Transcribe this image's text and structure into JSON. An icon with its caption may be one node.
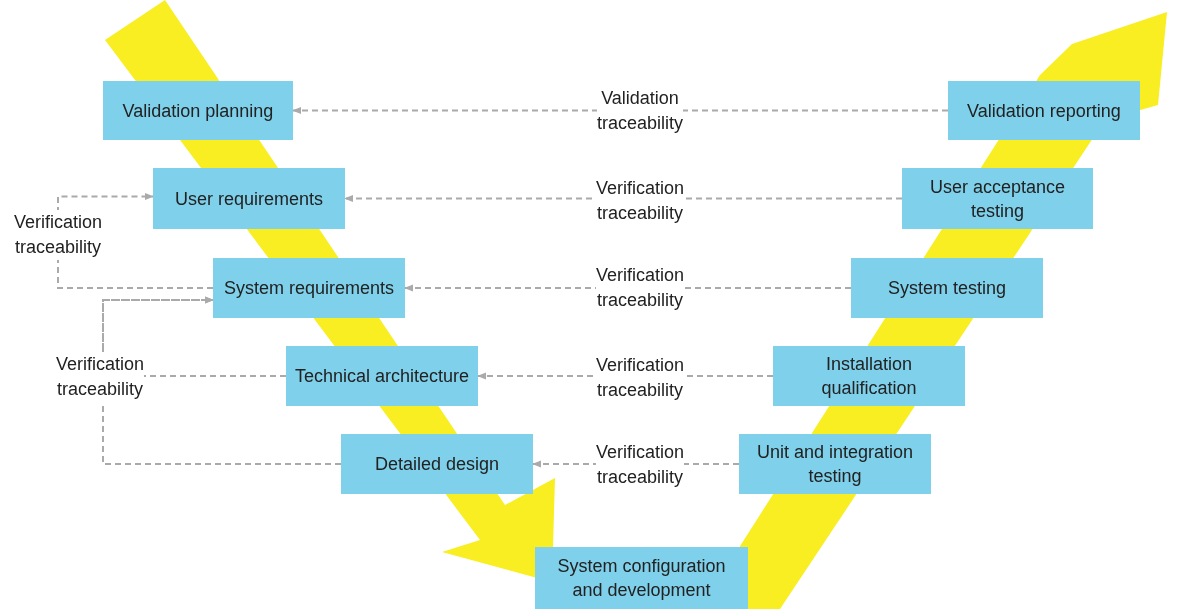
{
  "diagram": {
    "nodes": [
      {
        "text": [
          "Validation planning"
        ]
      },
      {
        "text": [
          "User requirements"
        ]
      },
      {
        "text": [
          "System requirements"
        ]
      },
      {
        "text": [
          "Technical architecture"
        ]
      },
      {
        "text": [
          "Detailed design"
        ]
      },
      {
        "text": [
          "System configuration and development"
        ]
      },
      {
        "text": [
          "Unit and integration testing"
        ]
      },
      {
        "text": [
          "Installation qualification"
        ]
      },
      {
        "text": [
          "System testing"
        ]
      },
      {
        "text": [
          "User acceptance testing"
        ]
      },
      {
        "text": [
          "Validation reporting"
        ]
      }
    ],
    "edges": [
      {
        "from": 10,
        "to": 0,
        "arrow": "to",
        "label": "Validation traceability",
        "style": "dashed"
      },
      {
        "from": 9,
        "to": 1,
        "arrow": "to",
        "label": "Verification traceability",
        "style": "dashed"
      },
      {
        "from": 8,
        "to": 2,
        "arrow": "to",
        "label": "Verification traceability",
        "style": "dashed"
      },
      {
        "from": 7,
        "to": 3,
        "arrow": "to",
        "label": "Verification traceability",
        "style": "dashed"
      },
      {
        "from": 6,
        "to": 4,
        "arrow": "to",
        "label": "Verification traceability",
        "style": "dashed"
      },
      {
        "from": 2,
        "to": 1,
        "arrow": "to",
        "label": "Verification traceability",
        "style": "dashed"
      },
      {
        "from": 4,
        "to": 2,
        "arrow": "to",
        "style": "dashed"
      },
      {
        "from": 3,
        "to": 2,
        "arrow": "to",
        "label": "Verification traceability",
        "style": "dashed"
      }
    ]
  }
}
